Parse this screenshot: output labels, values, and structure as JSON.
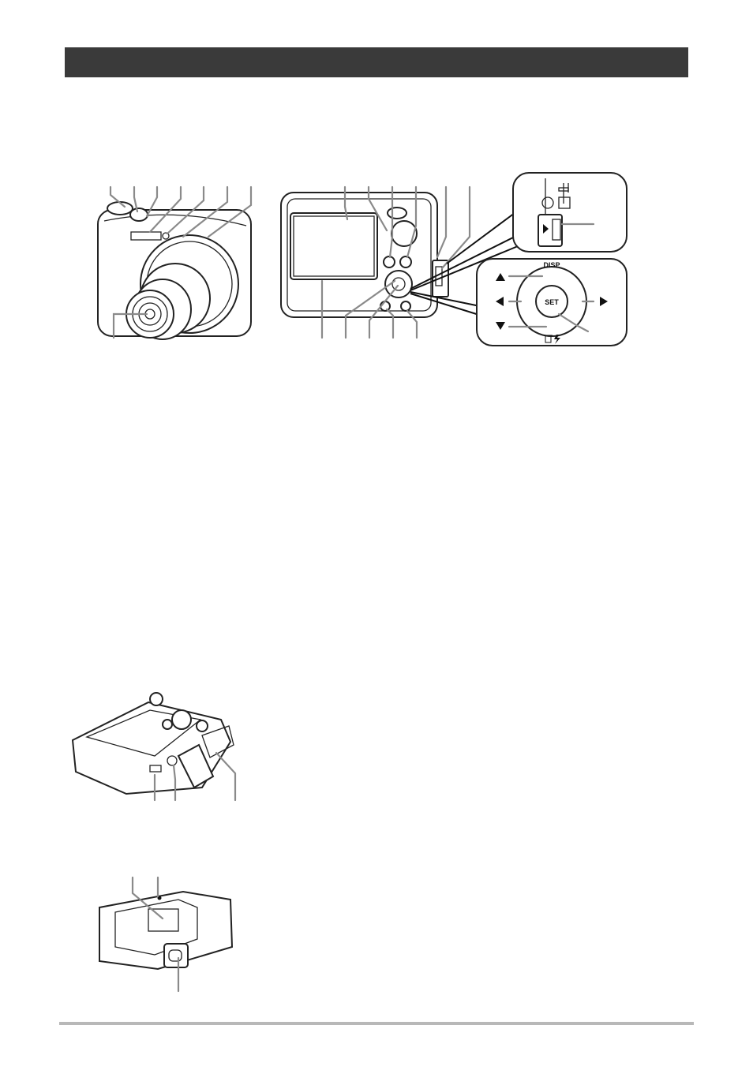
{
  "header": {
    "title": ""
  },
  "labels": {
    "disp": "DISP",
    "set": "SET"
  },
  "icons": {
    "up": "triangle-up",
    "down": "triangle-down",
    "left": "triangle-left",
    "right": "triangle-right",
    "trash": "trash-icon",
    "flash": "flash-icon"
  },
  "colors": {
    "header": "#3a3a3a",
    "callout": "#8a8a8a",
    "footer": "#b8b8b8"
  }
}
